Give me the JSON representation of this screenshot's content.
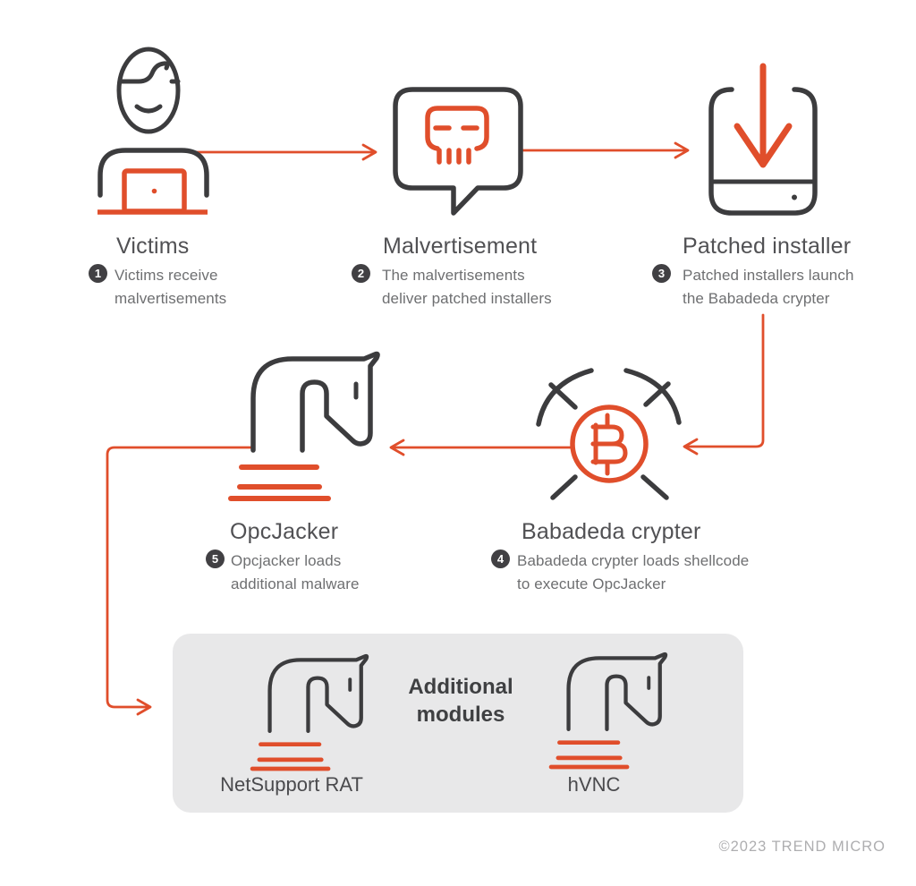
{
  "steps": [
    {
      "number": "1",
      "title": "Victims",
      "icon": "person-laptop-icon",
      "desc_lines": [
        "Victims receive",
        "malvertisements"
      ]
    },
    {
      "number": "2",
      "title": "Malvertisement",
      "icon": "skull-speech-bubble-icon",
      "desc_lines": [
        "The malvertisements",
        "deliver patched installers"
      ]
    },
    {
      "number": "3",
      "title": "Patched installer",
      "icon": "download-device-icon",
      "desc_lines": [
        "Patched installers launch",
        "the Babadeda crypter"
      ]
    },
    {
      "number": "4",
      "title": "Babadeda crypter",
      "icon": "coin-pickaxes-icon",
      "desc_lines": [
        "Babadeda crypter loads shellcode",
        "to execute OpcJacker"
      ]
    },
    {
      "number": "5",
      "title": "OpcJacker",
      "icon": "trojan-horse-icon",
      "desc_lines": [
        "Opcjacker loads",
        "additional malware"
      ]
    }
  ],
  "additional_modules": {
    "heading": "Additional modules",
    "items": [
      {
        "label": "NetSupport RAT",
        "icon": "trojan-horse-icon"
      },
      {
        "label": "hVNC",
        "icon": "trojan-horse-icon"
      }
    ]
  },
  "flow": [
    "Victims → Malvertisement",
    "Malvertisement → Patched installer",
    "Patched installer → Babadeda crypter",
    "Babadeda crypter → OpcJacker",
    "OpcJacker → Additional modules"
  ],
  "footer": {
    "copyright": "©2023 TREND MICRO"
  },
  "colors": {
    "accent": "#E04E2B",
    "stroke_dark": "#3C3C3E",
    "title_text": "#515154",
    "desc_text": "#6E6F71",
    "module_box_bg": "#E8E8E9",
    "badge_bg": "#414043",
    "copyright_text": "#AEAEB0"
  }
}
